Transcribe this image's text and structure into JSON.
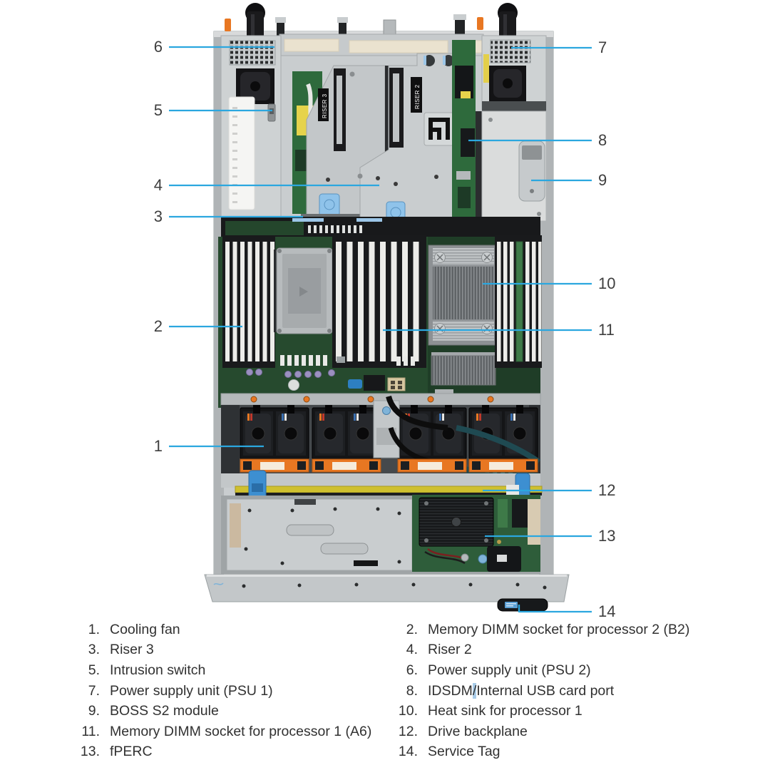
{
  "figure": {
    "title_hint": "server-interior-top-view",
    "callout_line_color": "#2BA7DF",
    "accent_orange": "#E87722",
    "touchpoint_blue": "#8FC3EA",
    "backplane_yellow": "#CFC02F",
    "photo_labels": {
      "riser3": "RISER 3",
      "riser2": "RISER 2"
    },
    "callouts": {
      "c1": "1",
      "c2": "2",
      "c3": "3",
      "c4": "4",
      "c5": "5",
      "c6": "6",
      "c7": "7",
      "c8": "8",
      "c9": "9",
      "c10": "10",
      "c11": "11",
      "c12": "12",
      "c13": "13",
      "c14": "14"
    }
  },
  "legend": {
    "left": [
      {
        "number": "1.",
        "label": "Cooling fan"
      },
      {
        "number": "3.",
        "label": "Riser 3"
      },
      {
        "number": "5.",
        "label": "Intrusion switch"
      },
      {
        "number": "7.",
        "label": "Power supply unit (PSU 1)"
      },
      {
        "number": "9.",
        "label": "BOSS S2 module"
      },
      {
        "number": "11.",
        "label": "Memory DIMM socket for processor 1 (A6)"
      },
      {
        "number": "13.",
        "label": "fPERC"
      }
    ],
    "right": [
      {
        "number": "2.",
        "label": "Memory DIMM socket for processor 2 (B2)"
      },
      {
        "number": "4.",
        "label": "Riser 2"
      },
      {
        "number": "6.",
        "label": "Power supply unit (PSU 2)"
      },
      {
        "number": "8.",
        "label_prefix": "IDSDM",
        "slash": "/",
        "label_suffix": "Internal USB card port"
      },
      {
        "number": "10.",
        "label": "Heat sink for processor 1"
      },
      {
        "number": "12.",
        "label": "Drive backplane"
      },
      {
        "number": "14.",
        "label": "Service Tag"
      }
    ]
  }
}
